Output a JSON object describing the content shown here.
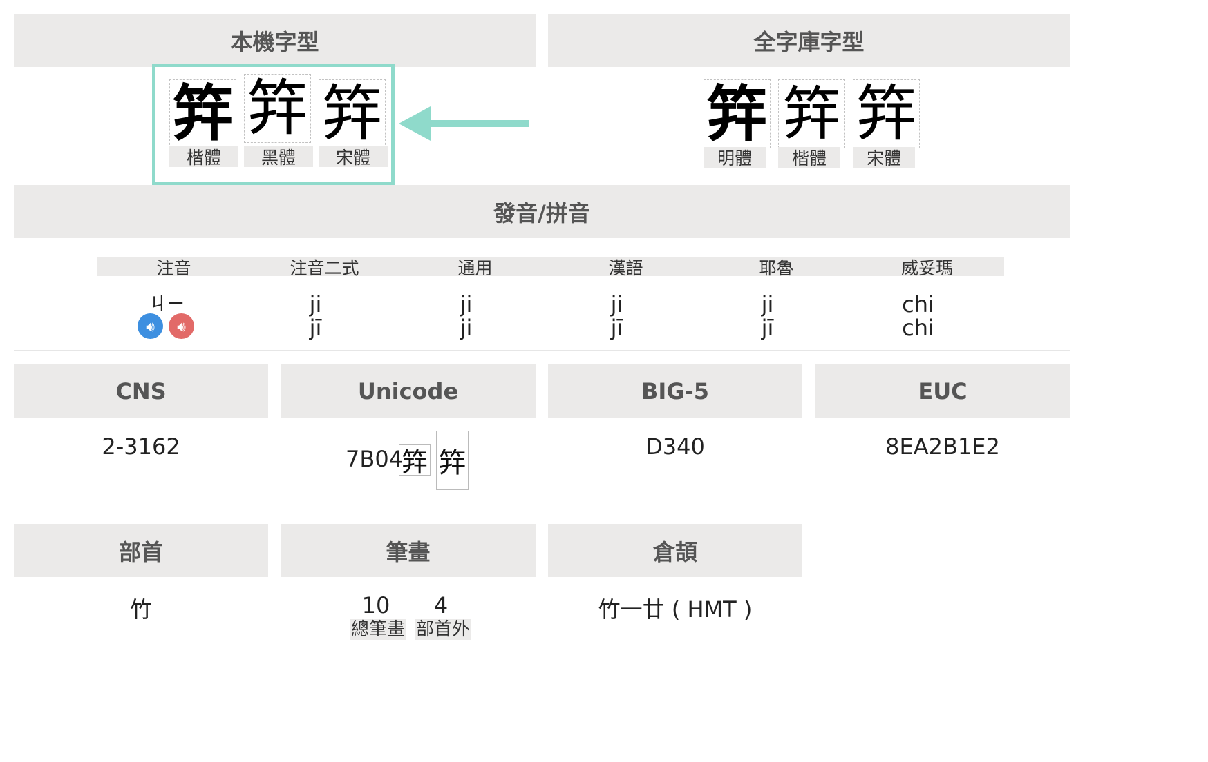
{
  "local_fonts": {
    "header": "本機字型",
    "glyph": "筓",
    "styles": [
      "楷體",
      "黑體",
      "宋體"
    ]
  },
  "full_fonts": {
    "header": "全字庫字型",
    "glyph": "筓",
    "styles": [
      "明體",
      "楷體",
      "宋體"
    ]
  },
  "pronunciation": {
    "header": "發音/拼音",
    "columns": [
      {
        "label": "注音",
        "lines": [
          "ㄐㄧ"
        ]
      },
      {
        "label": "注音二式",
        "lines": [
          "ji",
          "jī"
        ]
      },
      {
        "label": "通用",
        "lines": [
          "ji",
          "ji"
        ]
      },
      {
        "label": "漢語",
        "lines": [
          "ji",
          "jī"
        ]
      },
      {
        "label": "耶魯",
        "lines": [
          "ji",
          "jī"
        ]
      },
      {
        "label": "威妥瑪",
        "lines": [
          "chi",
          "chi"
        ]
      }
    ]
  },
  "codes": {
    "cns": {
      "label": "CNS",
      "value": "2-3162"
    },
    "unicode": {
      "label": "Unicode",
      "value": "7B04",
      "glyph": "筓"
    },
    "big5": {
      "label": "BIG-5",
      "value": "D340"
    },
    "euc": {
      "label": "EUC",
      "value": "8EA2B1E2"
    }
  },
  "info": {
    "radical": {
      "label": "部首",
      "value": "竹"
    },
    "strokes": {
      "label": "筆畫",
      "total": "10",
      "total_label": "總筆畫",
      "outside": "4",
      "outside_label": "部首外"
    },
    "cangjie": {
      "label": "倉頡",
      "value": "竹一廿 ( HMT )"
    }
  },
  "colors": {
    "highlight": "#8fdacb",
    "arrow": "#8fdacb",
    "speaker_blue": "#3d8fe0",
    "speaker_red": "#e26a68",
    "header_bg": "#ebeae9"
  }
}
